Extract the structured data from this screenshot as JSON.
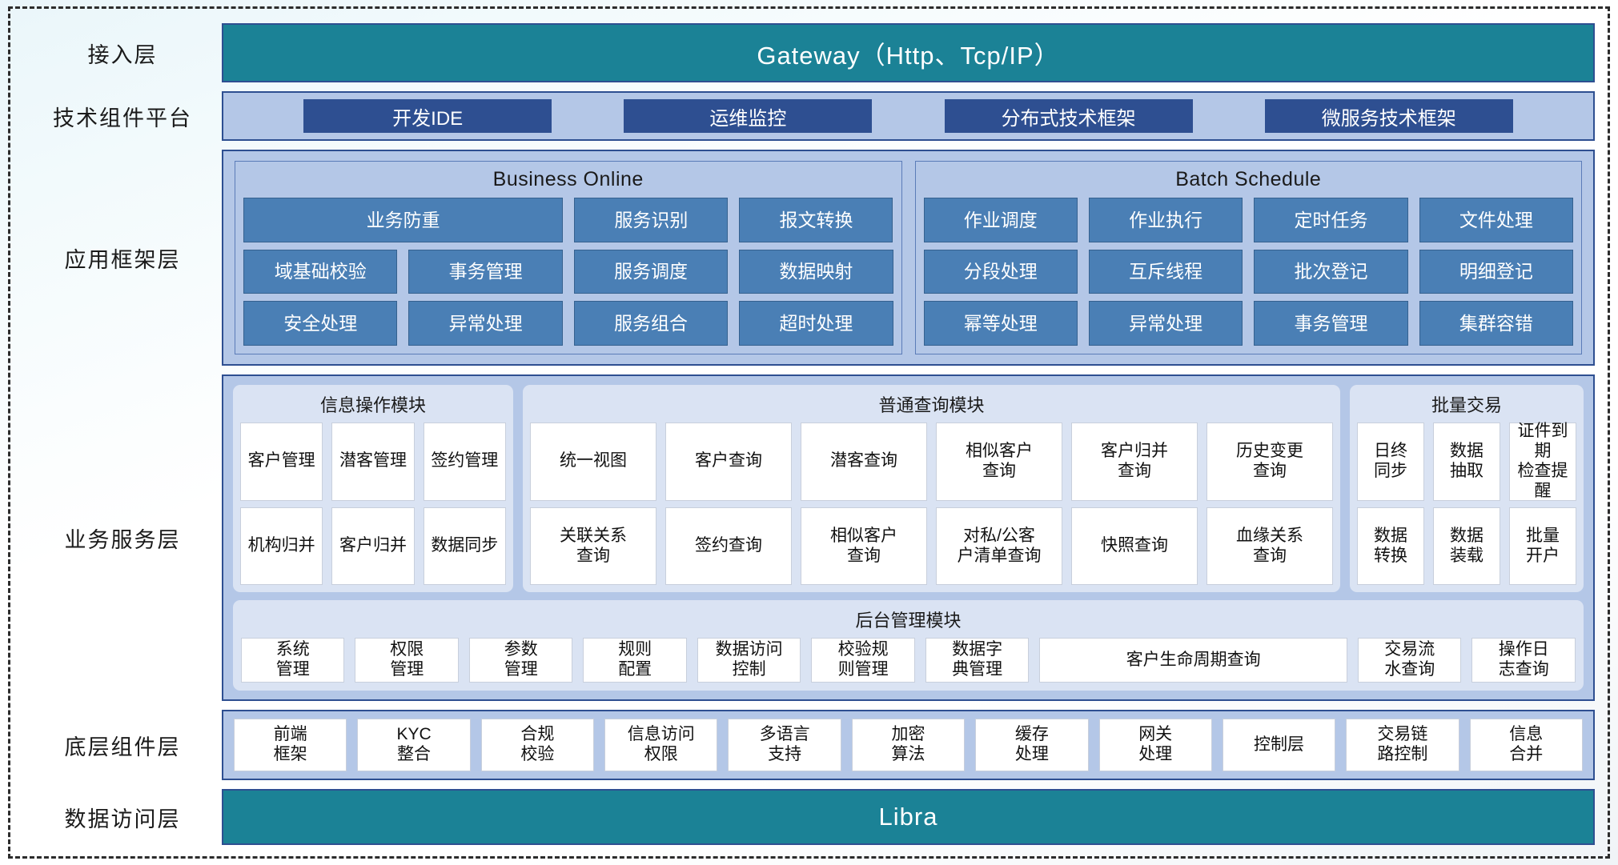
{
  "layers": [
    {
      "label": "接入层"
    },
    {
      "label": "技术组件平台"
    },
    {
      "label": "应用框架层"
    },
    {
      "label": "业务服务层"
    },
    {
      "label": "底层组件层"
    },
    {
      "label": "数据访问层"
    }
  ],
  "access_layer": {
    "title": "Gateway（Http、Tcp/IP）"
  },
  "tech_platform": {
    "buttons": [
      {
        "label": "开发IDE"
      },
      {
        "label": "运维监控"
      },
      {
        "label": "分布式技术框架"
      },
      {
        "label": "微服务技术框架"
      }
    ]
  },
  "app_framework": {
    "groups": [
      {
        "title": "Business Online",
        "rows": [
          [
            {
              "label": "业务防重",
              "wide": true
            },
            {
              "label": "服务识别"
            },
            {
              "label": "报文转换"
            }
          ],
          [
            {
              "label": "域基础校验"
            },
            {
              "label": "事务管理"
            },
            {
              "label": "服务调度"
            },
            {
              "label": "数据映射"
            }
          ],
          [
            {
              "label": "安全处理"
            },
            {
              "label": "异常处理"
            },
            {
              "label": "服务组合"
            },
            {
              "label": "超时处理"
            }
          ]
        ]
      },
      {
        "title": "Batch Schedule",
        "rows": [
          [
            {
              "label": "作业调度"
            },
            {
              "label": "作业执行"
            },
            {
              "label": "定时任务"
            },
            {
              "label": "文件处理"
            }
          ],
          [
            {
              "label": "分段处理"
            },
            {
              "label": "互斥线程"
            },
            {
              "label": "批次登记"
            },
            {
              "label": "明细登记"
            }
          ],
          [
            {
              "label": "幂等处理"
            },
            {
              "label": "异常处理"
            },
            {
              "label": "事务管理"
            },
            {
              "label": "集群容错"
            }
          ]
        ]
      }
    ]
  },
  "business_service": {
    "modules": [
      {
        "title": "信息操作模块",
        "rows": [
          [
            {
              "label": "客户管理"
            },
            {
              "label": "潜客管理"
            },
            {
              "label": "签约管理"
            }
          ],
          [
            {
              "label": "机构归并"
            },
            {
              "label": "客户归并"
            },
            {
              "label": "数据同步"
            }
          ]
        ]
      },
      {
        "title": "普通查询模块",
        "rows": [
          [
            {
              "label": "统一视图"
            },
            {
              "label": "客户查询"
            },
            {
              "label": "潜客查询"
            },
            {
              "label": "相似客户\n查询"
            },
            {
              "label": "客户归并\n查询"
            },
            {
              "label": "历史变更\n查询"
            }
          ],
          [
            {
              "label": "关联关系\n查询"
            },
            {
              "label": "签约查询"
            },
            {
              "label": "相似客户\n查询"
            },
            {
              "label": "对私/公客\n户清单查询"
            },
            {
              "label": "快照查询"
            },
            {
              "label": "血缘关系\n查询"
            }
          ]
        ]
      },
      {
        "title": "批量交易",
        "rows": [
          [
            {
              "label": "日终\n同步"
            },
            {
              "label": "数据\n抽取"
            },
            {
              "label": "证件到期\n检查提醒"
            }
          ],
          [
            {
              "label": "数据\n转换"
            },
            {
              "label": "数据\n装载"
            },
            {
              "label": "批量\n开户"
            }
          ]
        ]
      }
    ],
    "admin_module": {
      "title": "后台管理模块",
      "items": [
        {
          "label": "系统\n管理"
        },
        {
          "label": "权限\n管理"
        },
        {
          "label": "参数\n管理"
        },
        {
          "label": "规则\n配置"
        },
        {
          "label": "数据访问\n控制"
        },
        {
          "label": "校验规\n则管理"
        },
        {
          "label": "数据字\n典管理"
        },
        {
          "label": "客户生命周期查询",
          "wide": true
        },
        {
          "label": "交易流\n水查询"
        },
        {
          "label": "操作日\n志查询"
        }
      ]
    }
  },
  "component_layer": {
    "items": [
      {
        "label": "前端\n框架"
      },
      {
        "label": "KYC\n整合"
      },
      {
        "label": "合规\n校验"
      },
      {
        "label": "信息访问\n权限"
      },
      {
        "label": "多语言\n支持"
      },
      {
        "label": "加密\n算法"
      },
      {
        "label": "缓存\n处理"
      },
      {
        "label": "网关\n处理"
      },
      {
        "label": "控制层"
      },
      {
        "label": "交易链\n路控制"
      },
      {
        "label": "信息\n合并"
      }
    ]
  },
  "data_layer": {
    "title": "Libra"
  },
  "colors": {
    "teal": "#1b8296",
    "dark_blue": "#2e4f91",
    "mid_blue": "#4a7fb5",
    "panel_blue": "#b4c7e7",
    "inner_panel": "#dae3f3",
    "white_cell": "#ffffff"
  }
}
